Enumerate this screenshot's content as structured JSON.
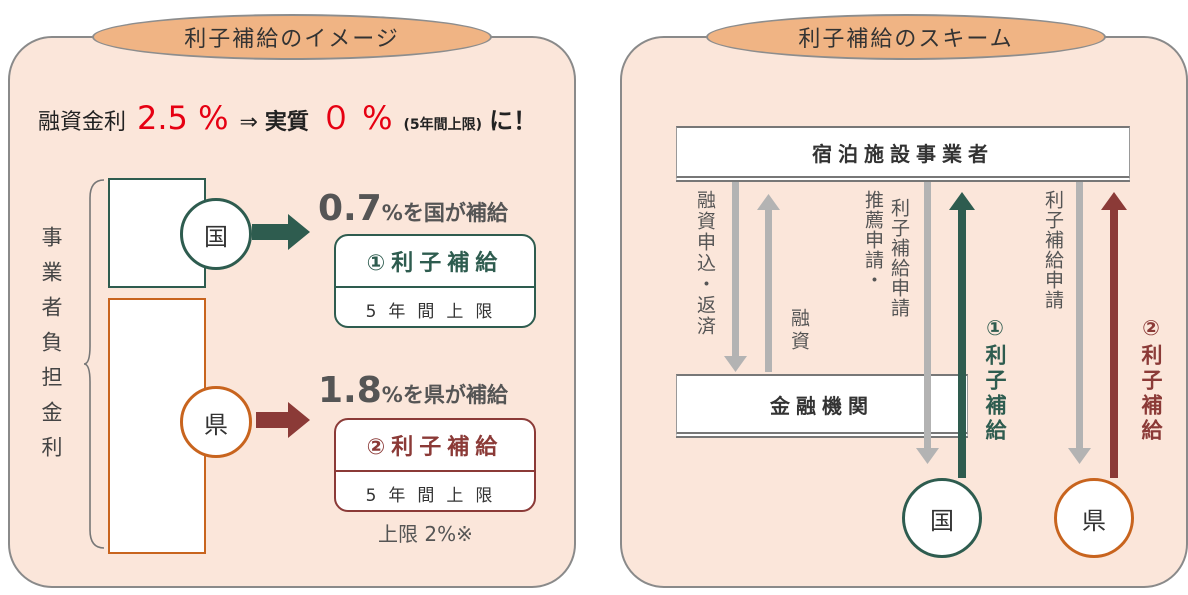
{
  "left": {
    "title": "利子補給のイメージ",
    "headline": {
      "pre": "融資金利",
      "rate_before": "2.5 %",
      "arrow": "⇒",
      "mid": "実質",
      "rate_after": "０ %",
      "note": "(5年間上限)",
      "post": "に！"
    },
    "bracket_label": "事業者負担金利",
    "kuni": {
      "coin": "国",
      "rate": "0.7",
      "rate_suffix": "%を国が補給",
      "box_title": "①利子補給",
      "box_sub": "5年間上限"
    },
    "ken": {
      "coin": "県",
      "rate": "1.8",
      "rate_suffix": "%を県が補給",
      "box_title": "②利子補給",
      "box_sub": "5年間上限"
    },
    "cap": "上限 2%※"
  },
  "right": {
    "title": "利子補給のスキーム",
    "top_box": "宿泊施設事業者",
    "bank_box": "金融機関",
    "labels": {
      "loan_apply": "融資申込・返済",
      "loan": "融資",
      "recommend": "推薦申請・",
      "subsidy_apply_kuni": "利子補給申請",
      "kuni_subsidy": "①利子補給",
      "subsidy_apply_ken": "利子補給申請",
      "ken_subsidy": "②利子補給"
    },
    "coin_kuni": "国",
    "coin_ken": "県"
  },
  "colors": {
    "green": "#2e5c4f",
    "red": "#8b3a37",
    "accent_red": "#e60012",
    "gray_arrow": "#b3b3b3",
    "panel": "#fbe6da",
    "tab": "#f0b484"
  }
}
